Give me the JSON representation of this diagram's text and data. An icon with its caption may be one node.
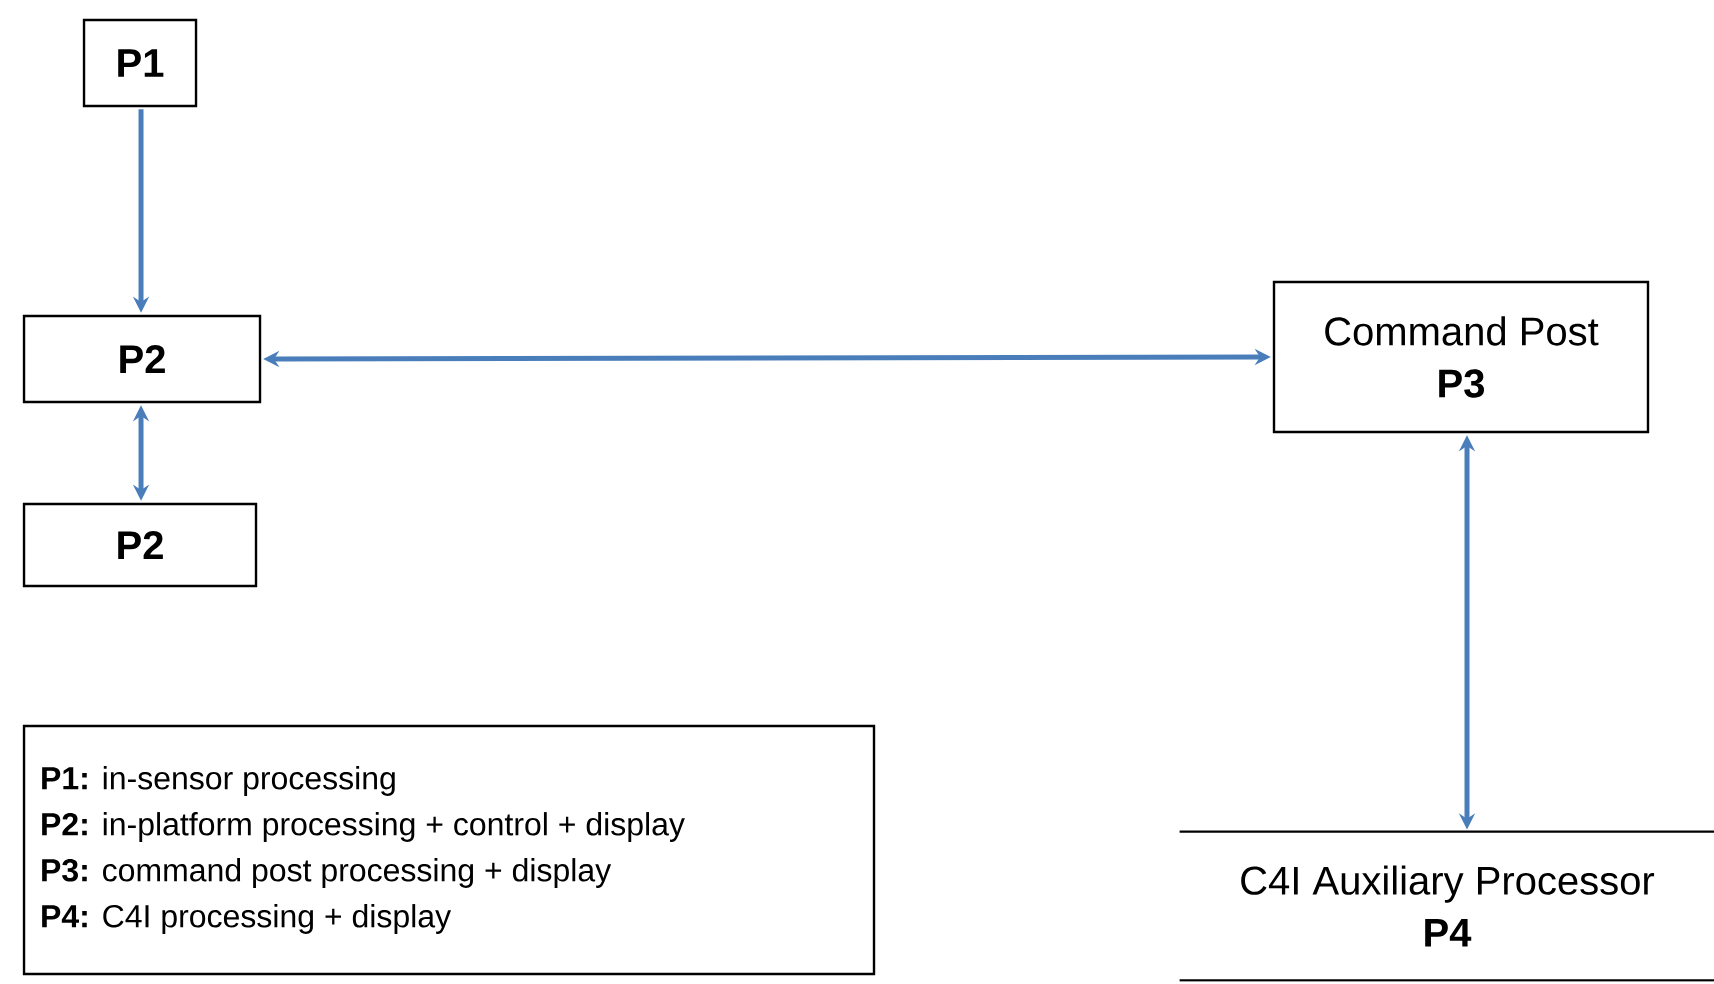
{
  "diagram": {
    "nodes": [
      {
        "text": [
          "P1"
        ]
      },
      {
        "text": [
          "P2"
        ]
      },
      {
        "text": [
          "P2"
        ]
      },
      {
        "text": [
          "Command Post",
          "P3"
        ]
      },
      {
        "text": [
          "C4I Auxiliary Processor",
          "P4"
        ]
      },
      {
        "text": [
          "**P1:** in-sensor processing",
          "**P2:** in-platform processing + control + display",
          "**P3:** command post processing + display",
          "**P4:** C4I processing + display"
        ]
      }
    ],
    "edges": [
      {
        "from": 0,
        "to": 1,
        "arrow": "to"
      },
      {
        "from": 1,
        "to": 3,
        "arrow": "both"
      },
      {
        "from": 1,
        "to": 2,
        "arrow": "both"
      },
      {
        "from": 3,
        "to": 4,
        "arrow": "both"
      }
    ]
  }
}
